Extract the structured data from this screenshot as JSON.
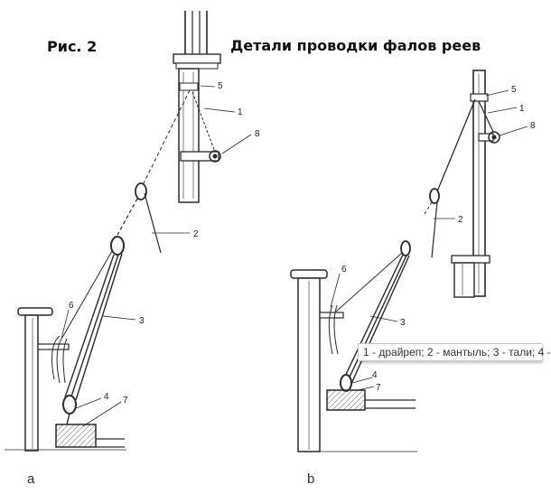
{
  "figure": {
    "label": "Рис. 2",
    "title": "Детали проводки фалов реев"
  },
  "panels": [
    {
      "letter": "a"
    },
    {
      "letter": "b"
    }
  ],
  "callouts_a": [
    "1",
    "2",
    "3",
    "4",
    "5",
    "6",
    "7",
    "8"
  ],
  "callouts_b": [
    "1",
    "2",
    "3",
    "4",
    "5",
    "6",
    "7",
    "8"
  ],
  "tooltip": {
    "text": "1 - драйреп; 2 - мантыль; 3 - тали; 4 -"
  },
  "colors": {
    "ink": "#2a2a2a",
    "background": "#ffffff"
  }
}
